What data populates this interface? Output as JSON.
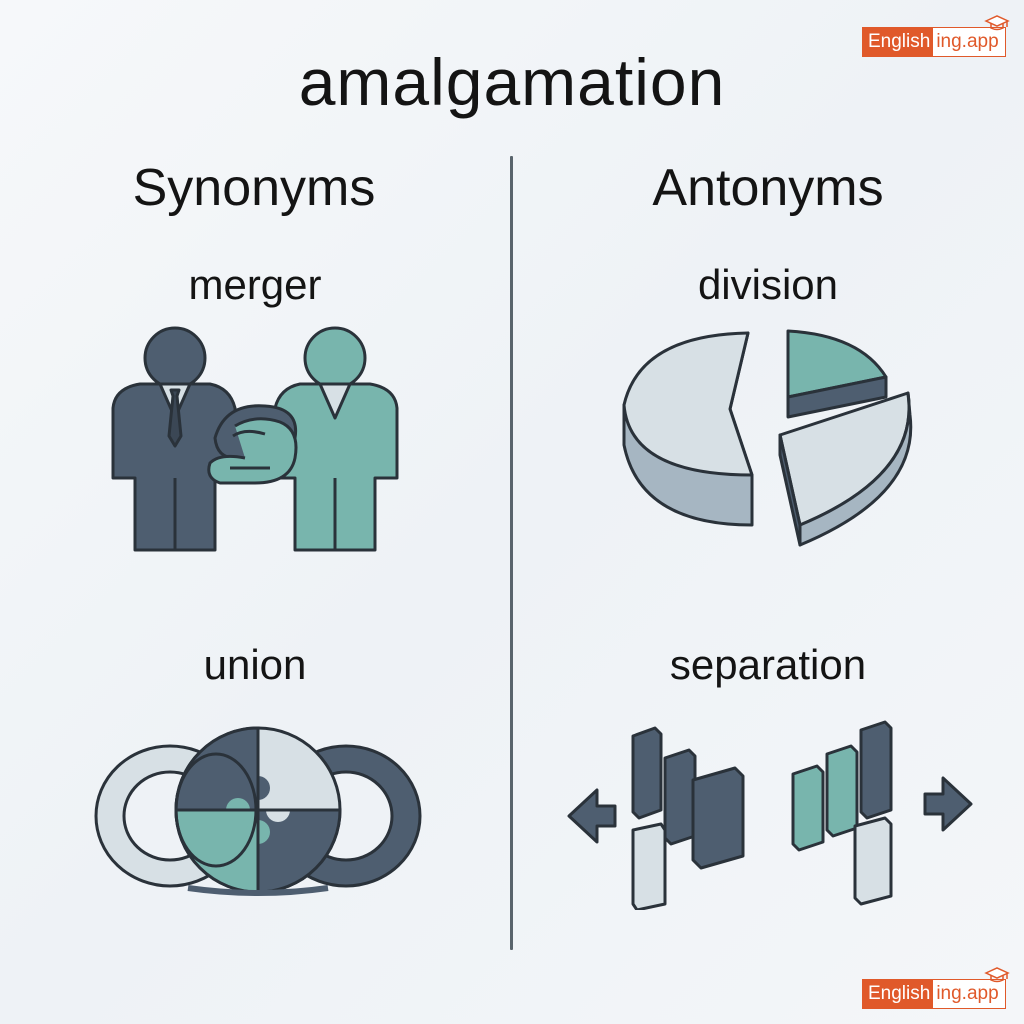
{
  "title": "amalgamation",
  "synonyms": {
    "heading": "Synonyms",
    "items": [
      {
        "word": "merger",
        "icon": "handshake-icon"
      },
      {
        "word": "union",
        "icon": "interlocked-rings-icon"
      }
    ]
  },
  "antonyms": {
    "heading": "Antonyms",
    "items": [
      {
        "word": "division",
        "icon": "split-pie-icon"
      },
      {
        "word": "separation",
        "icon": "separating-blocks-icon"
      }
    ]
  },
  "brand": {
    "part1": "English",
    "part2": "ing.app"
  },
  "colors": {
    "slate": "#4e5e70",
    "teal": "#78b5ad",
    "light": "#d7e0e5",
    "outline": "#2a323a",
    "brand": "#e0592a"
  }
}
